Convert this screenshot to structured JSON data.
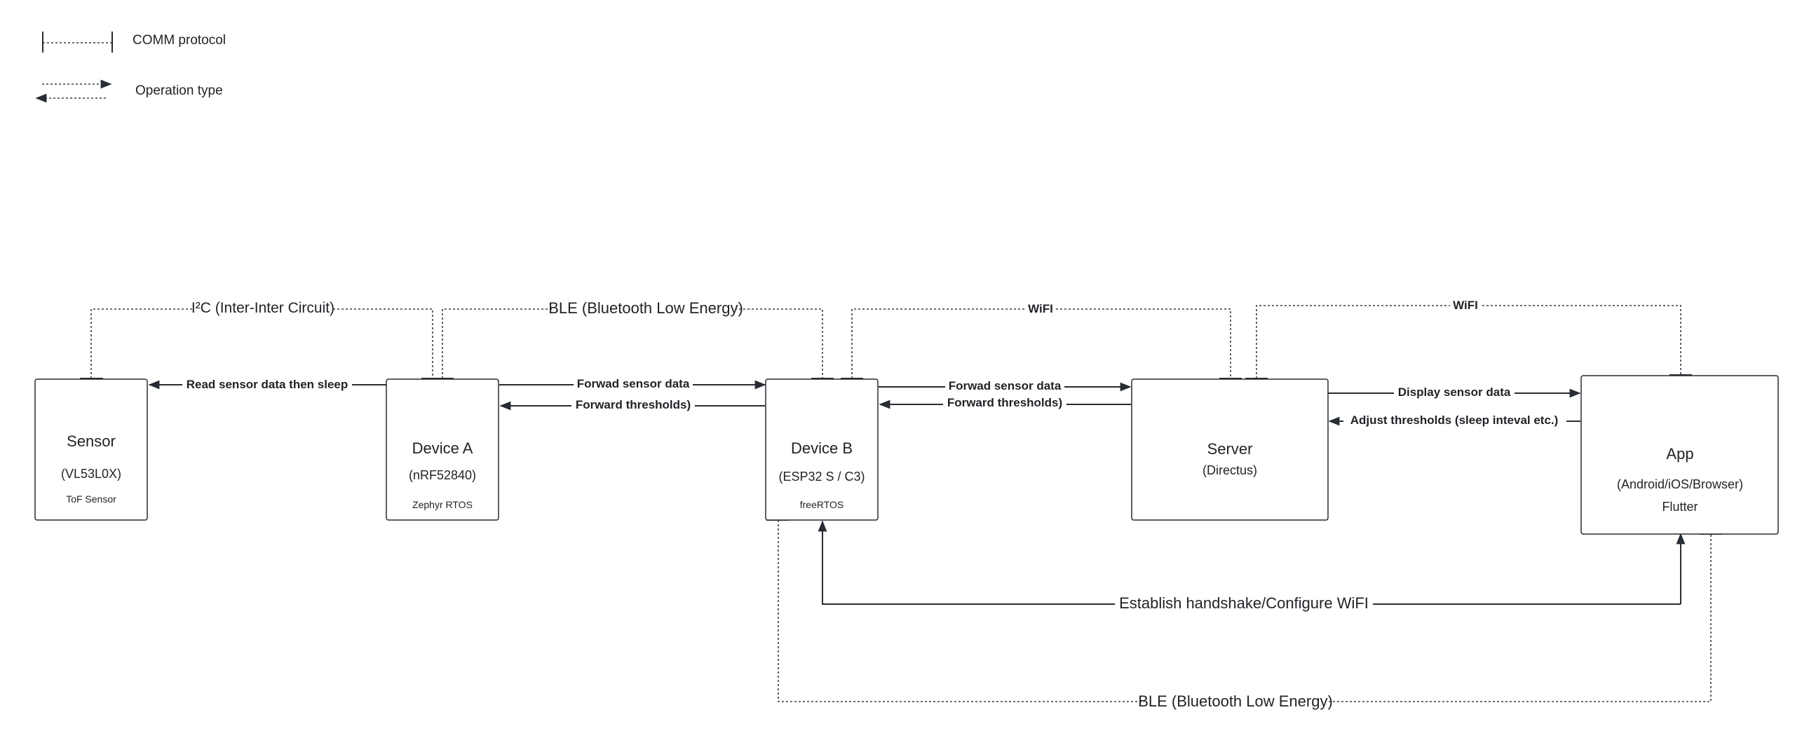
{
  "legend": {
    "comm_protocol": "COMM protocol",
    "operation_type": "Operation type"
  },
  "nodes": {
    "sensor": {
      "title": "Sensor",
      "sub": "(VL53L0X)",
      "note": "ToF Sensor"
    },
    "device_a": {
      "title": "Device A",
      "sub": "(nRF52840)",
      "note": "Zephyr RTOS"
    },
    "device_b": {
      "title": "Device B",
      "sub": "(ESP32 S / C3)",
      "note": "freeRTOS"
    },
    "server": {
      "title": "Server",
      "sub": "(Directus)"
    },
    "app": {
      "title": "App",
      "sub": "(Android/iOS/Browser)",
      "note": "Flutter"
    }
  },
  "protocols": {
    "i2c": "I²C (Inter-Inter Circuit)",
    "ble_top": "BLE (Bluetooth Low Energy)",
    "wifi_b_server": "WiFI",
    "wifi_server_app": "WiFI",
    "ble_bottom": "BLE (Bluetooth Low Energy)"
  },
  "operations": {
    "read_sensor": "Read sensor data then sleep",
    "a_to_b_forward": "Forwad sensor data",
    "b_to_a_thresholds": "Forward thresholds)",
    "b_to_server_forward": "Forwad sensor data",
    "server_to_b_thresholds": "Forward thresholds)",
    "display_sensor": "Display sensor data",
    "adjust_thresholds": "Adjust thresholds (sleep inteval etc.)",
    "handshake": "Establish handshake/Configure WiFI"
  }
}
